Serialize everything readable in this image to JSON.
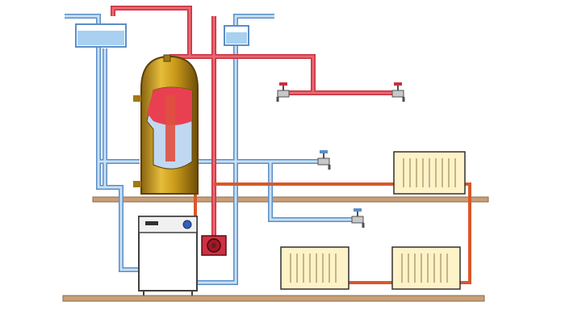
{
  "diagram": {
    "kind": "domestic heating and hot water schematic",
    "components": {
      "header_tanks": [
        "cold-feed-tank",
        "expansion-tank"
      ],
      "cylinder": "hot-water-cylinder-with-coil",
      "boiler": "boiler-unit",
      "pump": "circulation-pump",
      "radiators": [
        "radiator-upper",
        "radiator-lower-left",
        "radiator-lower-right"
      ],
      "taps": [
        "hot-tap-left",
        "hot-tap-right",
        "cold-tap-upper",
        "cold-tap-lower"
      ],
      "floors": [
        "upper-floor",
        "ground-floor"
      ]
    },
    "colors": {
      "hot_water": "#e0535a",
      "cold_water": "#a8c8e8",
      "heating_flow": "#e8703a",
      "floor": "#c8a078",
      "cylinder_gold": "#c99a1a",
      "water_fill": "#b8d8f0",
      "radiator_fill": "#fdf2c8"
    }
  }
}
